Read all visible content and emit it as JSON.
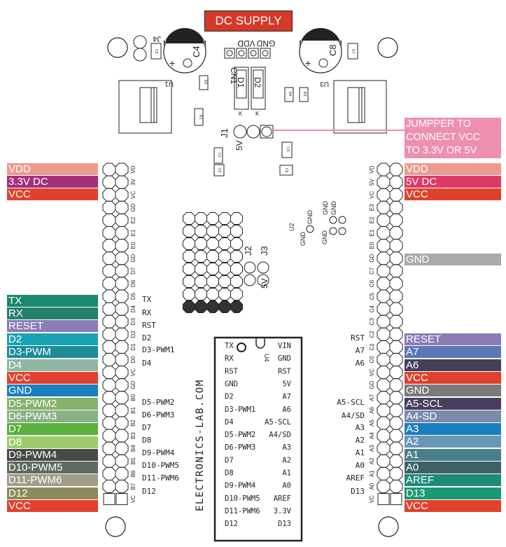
{
  "title": "DC SUPPLY",
  "jumper_note": [
    "JUMPPER TO",
    "CONNECT VCC",
    "TO 3.3V OR 5V"
  ],
  "website": "ELECTRONICS-LAB.COM",
  "components": {
    "J4": "J4",
    "C3": "C3",
    "C4": "C4",
    "VDD": "VDD",
    "GND": "GND",
    "C8": "C8",
    "C7": "C7",
    "U1": "U1",
    "R2": "R2",
    "CN1": "CN1",
    "D1": "D1",
    "D2": "D2",
    "R4": "R4",
    "R3": "R3",
    "U3": "U3",
    "R1": "R1",
    "K": "K",
    "J1": "J1",
    "C1": "C1",
    "C5": "C5",
    "C2": "C2",
    "C6": "C6",
    "5V": "5V",
    "3.3V": "3.3V",
    "J2": "J2",
    "J3": "J3",
    "U2": "U2",
    "U4": "U4"
  },
  "left_header_pins": [
    "VD",
    "3V",
    "VC",
    "GD",
    "E2",
    "E1",
    "E0",
    "GD",
    "D7",
    "D6",
    "D5",
    "D4",
    "D3",
    "D2",
    "D1",
    "D0",
    "VC",
    "GD",
    "B0",
    "B1",
    "B2",
    "B3",
    "B4",
    "B5",
    "B6",
    "B7",
    "VC"
  ],
  "left_side_labels": {
    "TX": "TX",
    "RX": "RX",
    "RST": "RST",
    "D2": "D2",
    "D3-PWM1": "D3-PWM1",
    "D4": "D4",
    "D5-PWM2": "D5-PWM2",
    "D6-PWM3": "D6-PWM3",
    "D7": "D7",
    "D8": "D8",
    "D9-PWM4": "D9-PWM4",
    "D10-PWM5": "D10-PWM5",
    "D11-PWM6": "D11-PWM6",
    "D12": "D12"
  },
  "right_header_pins": [
    "VD",
    "5V",
    "VC",
    "E3",
    "E2",
    "E1",
    "E0",
    "GD",
    "C7",
    "C6",
    "C5",
    "C4",
    "C3",
    "C2",
    "C1",
    "C0",
    "VC",
    "GD",
    "A7",
    "A6",
    "A5",
    "A4",
    "A3",
    "A2",
    "A1",
    "A0",
    "VC"
  ],
  "right_side_labels": {
    "RST": "RST",
    "A7": "A7",
    "A6": "A6",
    "A5-SCL": "A5-SCL",
    "A4/SD": "A4/SD",
    "A3": "A3",
    "A2": "A2",
    "A1": "A1",
    "A0": "A0",
    "AREF": "AREF",
    "D13": "D13"
  },
  "u2_pads": [
    "GND",
    "GND",
    "GND",
    "GND",
    "GND"
  ],
  "arduino_left": [
    "TX",
    "RX",
    "RST",
    "GND",
    "D2",
    "D3-PWM1",
    "D4",
    "D5-PWM2",
    "D6-PWM3",
    "D7",
    "D8",
    "D9-PWM4",
    "D10-PWM5",
    "D11-PWM6",
    "D12"
  ],
  "arduino_right": [
    "VIN",
    "GND",
    "RST",
    "5V",
    "A7",
    "A6",
    "A5-SCL",
    "A4/SD",
    "A3",
    "A2",
    "A1",
    "A0",
    "AREF",
    "3.3V",
    "D13"
  ],
  "left_labels": [
    {
      "text": "VDD",
      "color": "#ef9a8f"
    },
    {
      "text": "3.3V DC",
      "color": "#a3307a"
    },
    {
      "text": "VCC",
      "color": "#e0412d"
    },
    {
      "text": "TX",
      "color": "#1a8a6c"
    },
    {
      "text": "RX",
      "color": "#23806f"
    },
    {
      "text": "RESET",
      "color": "#8b7cb6"
    },
    {
      "text": "D2",
      "color": "#1aa3b5"
    },
    {
      "text": "D3-PWM",
      "color": "#1e8b97"
    },
    {
      "text": "D4",
      "color": "#8fb6a3"
    },
    {
      "text": "VCC",
      "color": "#e0412d"
    },
    {
      "text": "GND",
      "color": "#1a7fc1"
    },
    {
      "text": "D5-PWM2",
      "color": "#86b36a"
    },
    {
      "text": "D6-PWM3",
      "color": "#8bb085"
    },
    {
      "text": "D7",
      "color": "#5ab13f"
    },
    {
      "text": "D8",
      "color": "#9ccd6a"
    },
    {
      "text": "D9-PWM4",
      "color": "#474a46"
    },
    {
      "text": "D10-PWM5",
      "color": "#5f6b60"
    },
    {
      "text": "D11-PWM6",
      "color": "#a09d8a"
    },
    {
      "text": "D12",
      "color": "#8c8a5a"
    },
    {
      "text": "VCC",
      "color": "#e0412d"
    }
  ],
  "right_labels": [
    {
      "text": "VDD",
      "color": "#ef9a8f"
    },
    {
      "text": "5V DC",
      "color": "#dd3a68"
    },
    {
      "text": "VCC",
      "color": "#e0412d"
    },
    {
      "text": "GND",
      "color": "#a9aaa9"
    },
    {
      "text": "RESET",
      "color": "#8b7cb6"
    },
    {
      "text": "A7",
      "color": "#5b77b5"
    },
    {
      "text": "A6",
      "color": "#414157"
    },
    {
      "text": "VCC",
      "color": "#e0412d"
    },
    {
      "text": "GND",
      "color": "#7a7a7a"
    },
    {
      "text": "A5-SCL",
      "color": "#4a3e5f"
    },
    {
      "text": "A4-SD",
      "color": "#7a8caa"
    },
    {
      "text": "A3",
      "color": "#1a7fc1"
    },
    {
      "text": "A2",
      "color": "#6a98b4"
    },
    {
      "text": "A1",
      "color": "#47808a"
    },
    {
      "text": "A0",
      "color": "#3f6163"
    },
    {
      "text": "AREF",
      "color": "#1f8a78"
    },
    {
      "text": "D13",
      "color": "#1a9a74"
    },
    {
      "text": "VCC",
      "color": "#e0412d"
    }
  ]
}
